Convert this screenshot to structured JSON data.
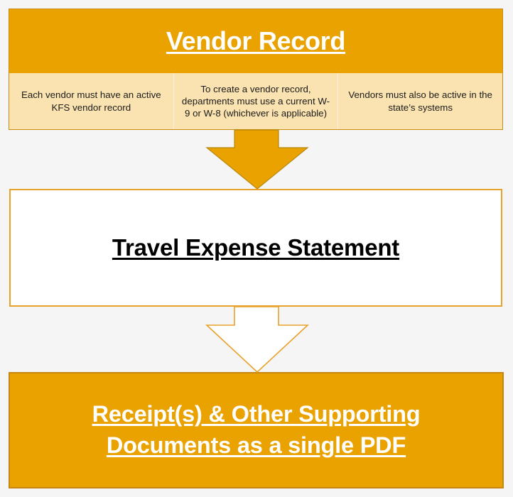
{
  "diagram": {
    "title_visible": false,
    "background_color": "#f5f5f5",
    "accent_orange": "#e9a200",
    "accent_cream": "#fae3b0",
    "border_orange": "#c98d16"
  },
  "vendor_record": {
    "heading": "Vendor Record",
    "heading_color": "#ffffff",
    "bullets": [
      "Each vendor must have an active KFS vendor record",
      "To create a vendor record, departments must use a current W-9 or W-8 (whichever is applicable)",
      "Vendors must also be active in the state’s systems"
    ]
  },
  "arrow_one": {
    "icon": "down-arrow-icon",
    "style": "filled",
    "fill": "#e9a200",
    "stroke": "#b8860b"
  },
  "travel_expense": {
    "heading": "Travel Expense Statement",
    "heading_color": "#000000",
    "fill": "#ffffff",
    "stroke": "#e8a22a"
  },
  "arrow_two": {
    "icon": "down-arrow-icon",
    "style": "outline",
    "fill": "#ffffff",
    "stroke": "#e8a22a"
  },
  "receipts": {
    "heading_line_1": "Receipt(s) & Other Supporting",
    "heading_line_2": "Documents as a single PDF",
    "heading_color": "#ffffff",
    "fill": "#e9a200",
    "stroke": "#c78611"
  }
}
